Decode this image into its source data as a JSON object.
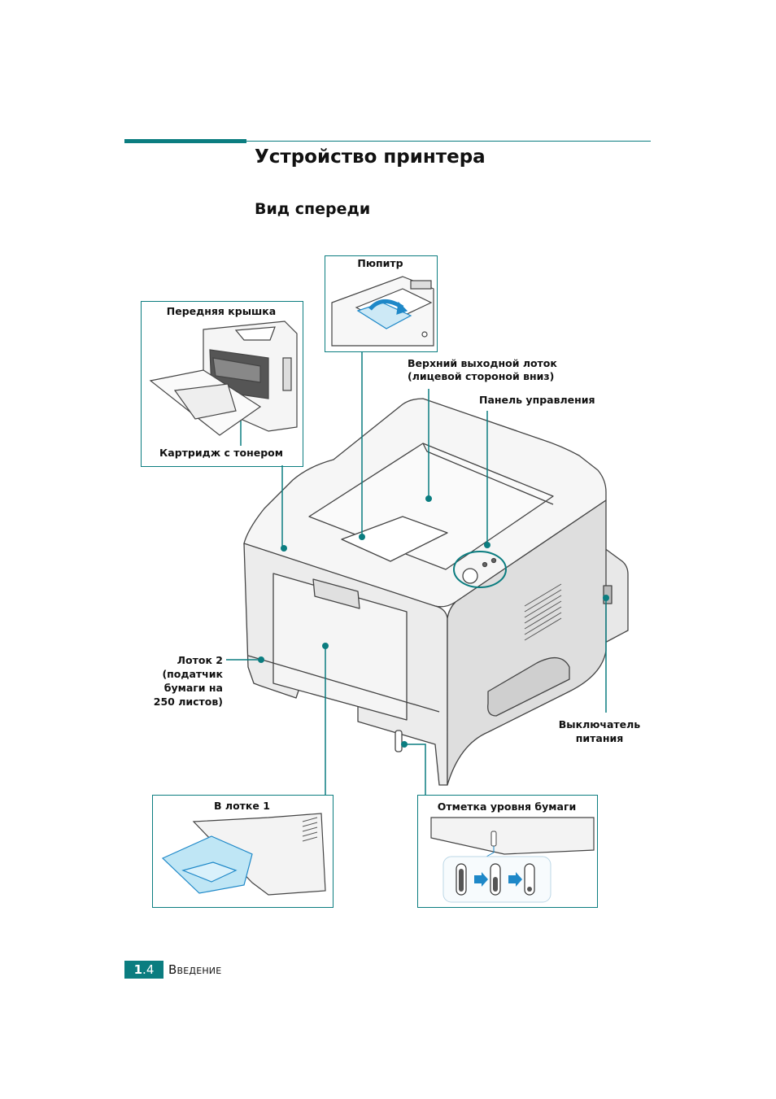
{
  "page": {
    "title": "Устройство принтера",
    "subtitle": "Вид спереди"
  },
  "labels": {
    "output_support": "Пюпитр",
    "front_cover": "Передняя крышка",
    "toner_cartridge": "Картридж с тонером",
    "top_output_tray_line1": "Верхний выходной лоток",
    "top_output_tray_line2": "(лицевой стороной вниз)",
    "control_panel": "Панель управления",
    "tray2_line1": "Лоток 2",
    "tray2_line2": "(податчик",
    "tray2_line3": "бумаги на",
    "tray2_line4": "250 листов)",
    "power_switch_line1": "Выключатель",
    "power_switch_line2": "питания",
    "tray1": "В лотке 1",
    "paper_level": "Отметка уровня бумаги"
  },
  "footer": {
    "chapter": "1",
    "page": "4",
    "section_first": "В",
    "section_rest": "ВЕДЕНИЕ"
  },
  "colors": {
    "accent": "#0b7d80",
    "arrow": "#1e88c8",
    "tray_blue": "#bfe6f5"
  }
}
